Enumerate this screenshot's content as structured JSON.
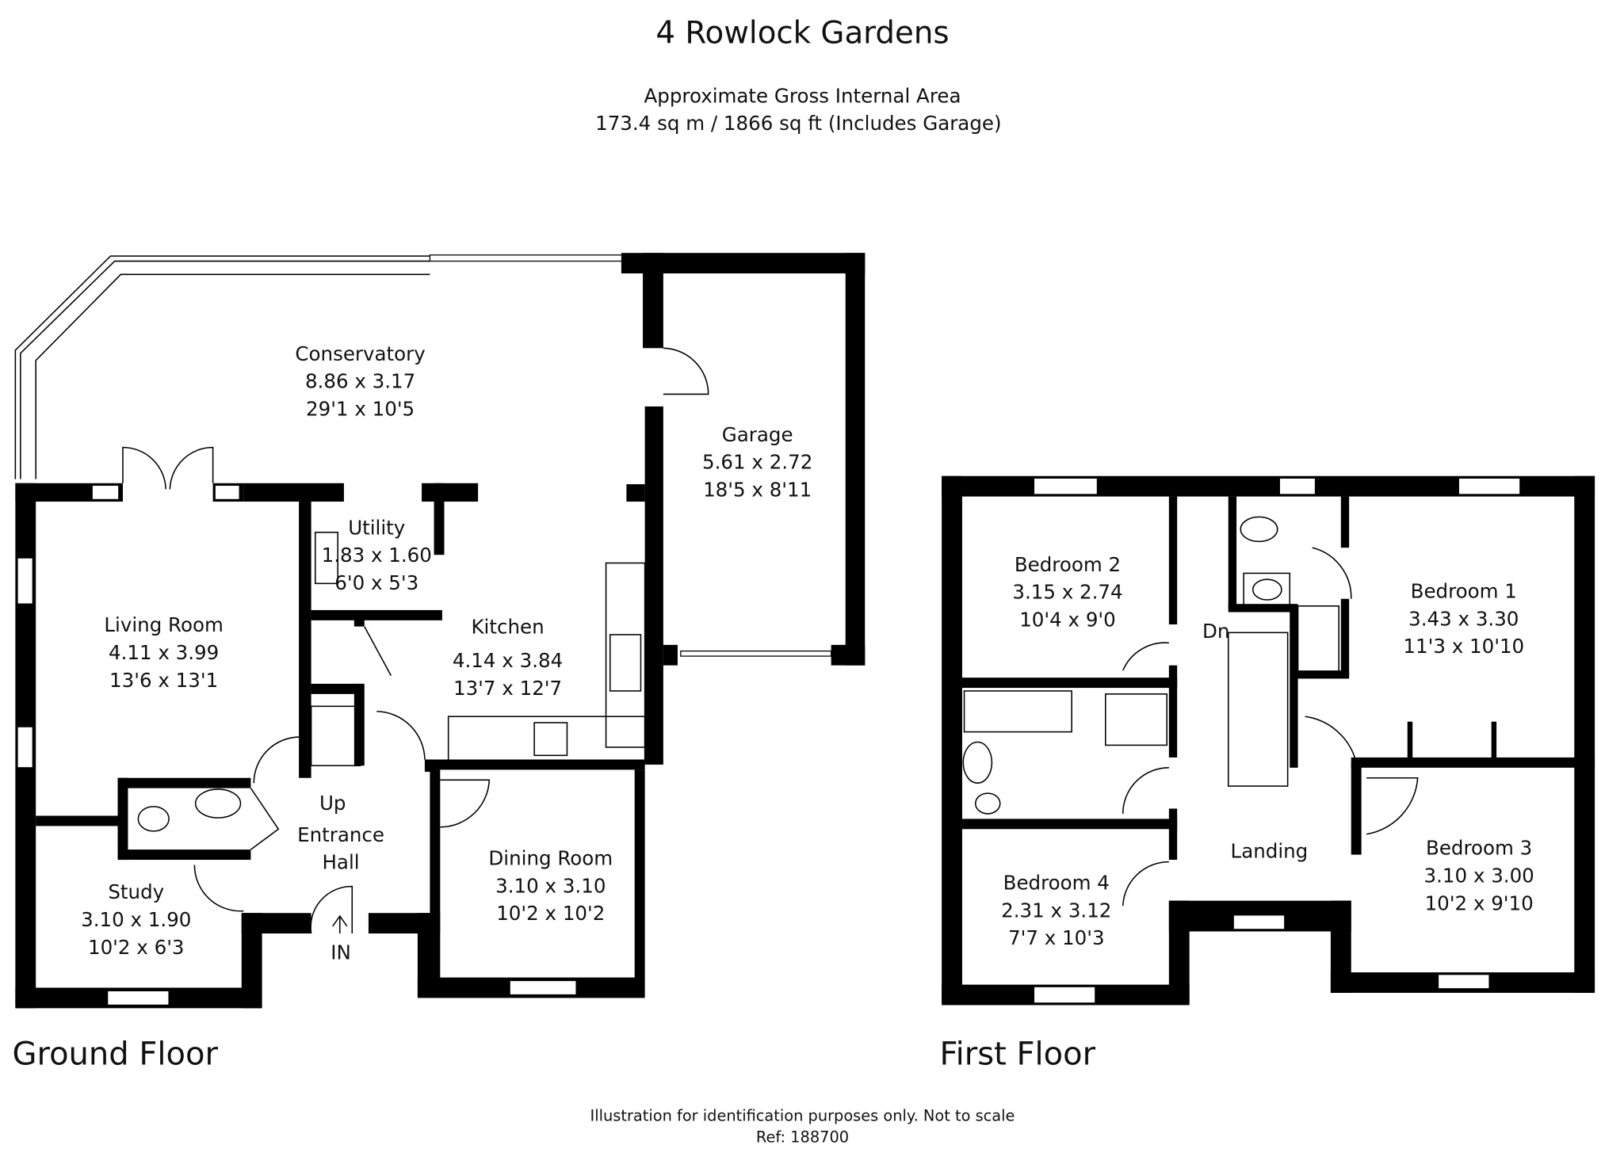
{
  "title": "4 Rowlock Gardens",
  "area_label": "Approximate Gross Internal Area",
  "area_value": "173.4 sq m / 1866 sq ft (Includes Garage)",
  "ground_floor": {
    "label": "Ground Floor",
    "rooms": [
      {
        "name": "Conservatory",
        "metric": "8.86 x 3.17",
        "imperial": "29'1 x 10'5"
      },
      {
        "name": "Garage",
        "metric": "5.61 x 2.72",
        "imperial": "18'5 x 8'11"
      },
      {
        "name": "Utility",
        "metric": "1.83 x 1.60",
        "imperial": "6'0 x 5'3"
      },
      {
        "name": "Living Room",
        "metric": "4.11 x 3.99",
        "imperial": "13'6 x 13'1"
      },
      {
        "name": "Kitchen",
        "metric": "4.14 x 3.84",
        "imperial": "13'7 x 12'7"
      },
      {
        "name": "Dining Room",
        "metric": "3.10 x 3.10",
        "imperial": "10'2 x 10'2"
      },
      {
        "name": "Study",
        "metric": "3.10 x 1.90",
        "imperial": "10'2 x 6'3"
      }
    ],
    "entrance": {
      "line1": "Entrance",
      "line2": "Hall"
    },
    "stairs_label": "Up",
    "in_label": "IN"
  },
  "first_floor": {
    "label": "First Floor",
    "rooms": [
      {
        "name": "Bedroom 2",
        "metric": "3.15 x 2.74",
        "imperial": "10'4 x 9'0"
      },
      {
        "name": "Bedroom 1",
        "metric": "3.43 x 3.30",
        "imperial": "11'3 x 10'10"
      },
      {
        "name": "Bedroom 4",
        "metric": "2.31 x 3.12",
        "imperial": "7'7 x 10'3"
      },
      {
        "name": "Bedroom 3",
        "metric": "3.10 x 3.00",
        "imperial": "10'2 x 9'10"
      }
    ],
    "landing": "Landing",
    "stairs_label": "Dn"
  },
  "footer": {
    "disclaimer": "Illustration for identification purposes only. Not to scale",
    "ref": "Ref: 188700"
  }
}
